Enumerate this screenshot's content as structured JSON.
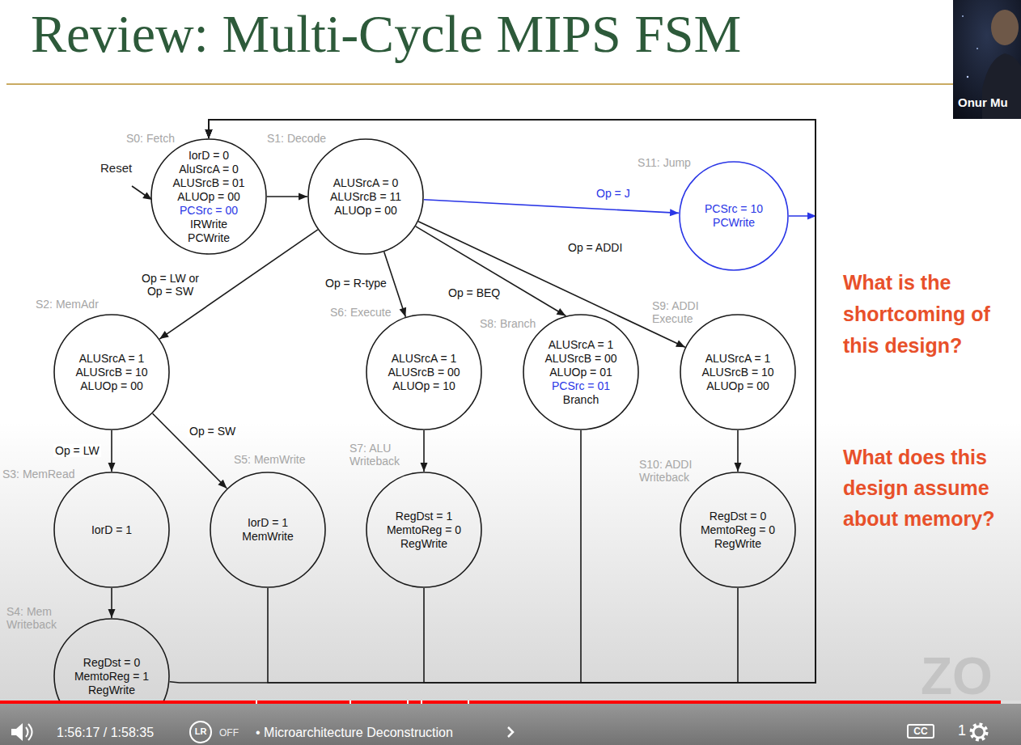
{
  "diagram": {
    "title": "Review: Multi-Cycle MIPS FSM",
    "nodes": [
      {
        "text": [
          "S0: Fetch",
          "IorD = 0",
          "AluSrcA = 0",
          "ALUSrcB = 01",
          "ALUOp = 00",
          "PCSrc = 00",
          "IRWrite",
          "PCWrite"
        ]
      },
      {
        "text": [
          "S1: Decode",
          "ALUSrcA = 0",
          "ALUSrcB = 11",
          "ALUOp = 00"
        ]
      },
      {
        "text": [
          "S11: Jump",
          "PCSrc = 10",
          "PCWrite"
        ]
      },
      {
        "text": [
          "S2: MemAdr",
          "ALUSrcA = 1",
          "ALUSrcB = 10",
          "ALUOp = 00"
        ]
      },
      {
        "text": [
          "S6: Execute",
          "ALUSrcA = 1",
          "ALUSrcB = 00",
          "ALUOp = 10"
        ]
      },
      {
        "text": [
          "S8: Branch",
          "ALUSrcA = 1",
          "ALUSrcB = 00",
          "ALUOp = 01",
          "PCSrc = 01",
          "Branch"
        ]
      },
      {
        "text": [
          "S9: ADDI Execute",
          "ALUSrcA = 1",
          "ALUSrcB = 10",
          "ALUOp = 00"
        ]
      },
      {
        "text": [
          "S3: MemRead",
          "IorD = 1"
        ]
      },
      {
        "text": [
          "S5: MemWrite",
          "IorD = 1",
          "MemWrite"
        ]
      },
      {
        "text": [
          "S7: ALU Writeback",
          "RegDst = 1",
          "MemtoReg = 0",
          "RegWrite"
        ]
      },
      {
        "text": [
          "S10: ADDI Writeback",
          "RegDst = 0",
          "MemtoReg = 0",
          "RegWrite"
        ]
      },
      {
        "text": [
          "S4: Mem Writeback",
          "RegDst = 0",
          "MemtoReg = 1",
          "RegWrite"
        ]
      }
    ],
    "edges": [
      {
        "from": 0,
        "to": 1,
        "arrow": "to"
      },
      {
        "from": 1,
        "to": 2,
        "label": "Op = J",
        "arrow": "to"
      },
      {
        "from": 1,
        "to": 3,
        "label": "Op = LW or Op = SW",
        "arrow": "to"
      },
      {
        "from": 1,
        "to": 4,
        "label": "Op = R-type",
        "arrow": "to"
      },
      {
        "from": 1,
        "to": 5,
        "label": "Op = BEQ",
        "arrow": "to"
      },
      {
        "from": 1,
        "to": 6,
        "label": "Op = ADDI",
        "arrow": "to"
      },
      {
        "from": 3,
        "to": 7,
        "label": "Op = LW",
        "arrow": "to"
      },
      {
        "from": 3,
        "to": 8,
        "label": "Op = SW",
        "arrow": "to"
      },
      {
        "from": 4,
        "to": 9,
        "arrow": "to"
      },
      {
        "from": 6,
        "to": 10,
        "arrow": "to"
      },
      {
        "from": 7,
        "to": 11,
        "arrow": "to"
      },
      {
        "from": 2,
        "to": 0,
        "arrow": "to"
      },
      {
        "from": 5,
        "to": 0,
        "arrow": "to"
      },
      {
        "from": 8,
        "to": 0,
        "arrow": "to"
      },
      {
        "from": 9,
        "to": 0,
        "arrow": "to"
      },
      {
        "from": 10,
        "to": 0,
        "arrow": "to"
      },
      {
        "from": 11,
        "to": 0,
        "arrow": "to"
      }
    ],
    "labels": [
      "Reset",
      "What is the shortcoming of this design?",
      "What does this design assume about memory?",
      "Onur Mu",
      "1:56:17 / 1:58:35",
      "LR",
      "OFF",
      "• Microarchitecture Deconstruction",
      "CC",
      "1",
      "ZO"
    ]
  }
}
